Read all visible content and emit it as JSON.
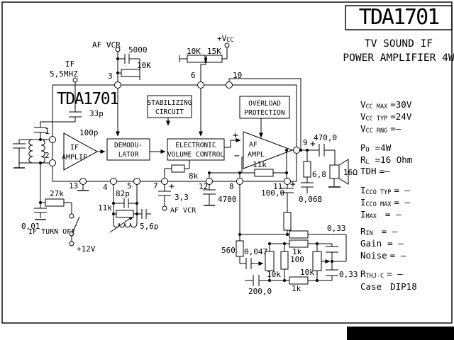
{
  "title_block": {
    "part": "TDA1701",
    "subtitle1": "TV SOUND IF",
    "subtitle2": "POWER AMPLIFIER 4W"
  },
  "ic": {
    "name": "TDA1701",
    "blocks": {
      "if_amp1": "IF",
      "if_amp2": "AMPLIF",
      "demod1": "DEMODU-",
      "demod2": "LATOR",
      "evc1": "ELECTRONIC",
      "evc2": "VOLUME CONTROL",
      "stab1": "STABILIZING",
      "stab2": "CIRCUIT",
      "ovl1": "OVERLOAD",
      "ovl2": "PROTECTION",
      "af1": "AF",
      "af2": "AMPL"
    },
    "pins": {
      "p1": "1",
      "p2": "2",
      "p3": "3",
      "p4": "4",
      "p5": "5",
      "p6": "6",
      "p7": "7",
      "p8": "8",
      "p9": "9",
      "p10": "10",
      "p11": "11",
      "p12": "12",
      "p13": "13"
    }
  },
  "labels": {
    "if_in_title": "IF",
    "if_in_freq": "5,5MHZ",
    "c33p": "33p",
    "c100p": "100p",
    "r27k": "27k",
    "c0_01": "0,01",
    "if_turn_off": "IF TURN OFF",
    "v12": "+12V",
    "af_vcr_top": "AF VCR",
    "c5000": "5000",
    "r10k_top": "10K",
    "vcc_pre": "+V",
    "vcc_sub": "CC",
    "r10k_rail": "10K",
    "r15k": "15K",
    "c82p": "82p",
    "r11k_tank": "11k",
    "c5_6p": "5,6p",
    "c3_3": "3,3",
    "plus_3_3": "+",
    "af_vcr_bot": "AF VCR",
    "c4700": "4700",
    "r8k": "8k",
    "plus_in": "+",
    "minus_in": "−",
    "r11k_fb": "11k",
    "c100_0": "100,0",
    "plus_100_0": "+",
    "c470_0": "470,0",
    "plus_470_0": "+",
    "r6_8": "6,8",
    "c0_068": "0,068",
    "spk_ohm": "16Ω",
    "r560": "560",
    "c0_047": "0,047",
    "pot_left": "10k",
    "r100": "100",
    "pot_right": "10k",
    "r1k_mid": "1k",
    "r1k_bot": "1k",
    "c200_0": "200,0",
    "c0_33_top": "0,33",
    "c0_33_bot": "0,33"
  },
  "specs": [
    {
      "pre": "V",
      "sub": "CC MAX",
      "val": "=30V"
    },
    {
      "pre": "V",
      "sub": "CC TYP",
      "val": "=24V"
    },
    {
      "pre": "V",
      "sub": "CC RNG",
      "val": "=–"
    },
    {
      "pre": "P",
      "sub": "O",
      "val": "=4W"
    },
    {
      "pre": "R",
      "sub": "L",
      "val": "=16 Ohm"
    },
    {
      "pre": "TDH",
      "sub": "",
      "val": "=–"
    },
    {
      "pre": "I",
      "sub": "CCO TYP",
      "val": "= –"
    },
    {
      "pre": "I",
      "sub": "CCO MAX",
      "val": "= –"
    },
    {
      "pre": "I",
      "sub": "MAX",
      "val": "= –"
    },
    {
      "pre": "R",
      "sub": "IN",
      "val": "= –"
    },
    {
      "pre": "Gain",
      "sub": "",
      "val": "= –"
    },
    {
      "pre": "Noise",
      "sub": "",
      "val": "= –"
    },
    {
      "pre": "R",
      "sub": "THJ-C",
      "val": "= –"
    },
    {
      "pre": "Case",
      "sub": "",
      "val": "DIP18"
    }
  ]
}
